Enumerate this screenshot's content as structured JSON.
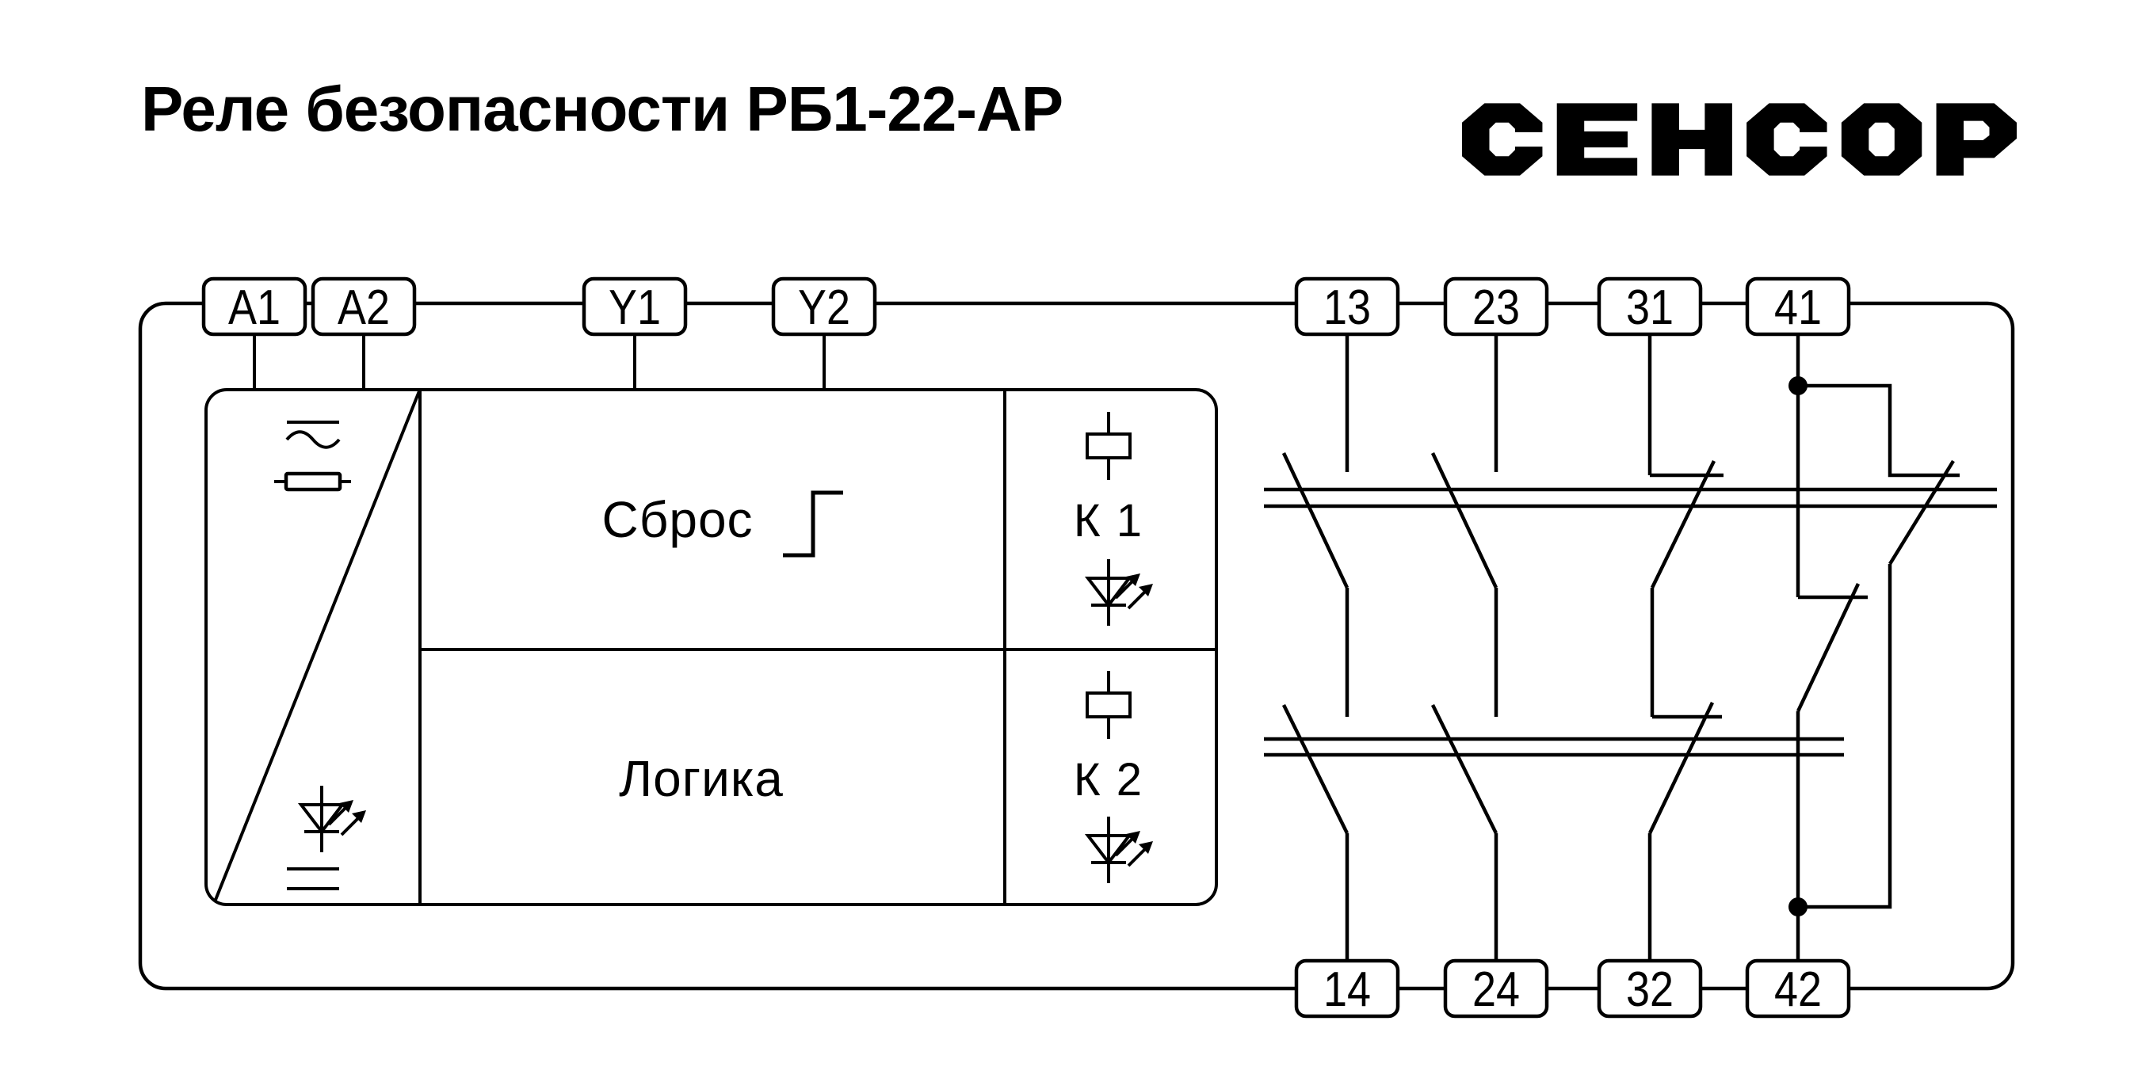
{
  "header": {
    "title": "Реле безопасности РБ1-22-АР",
    "logo": "СЕНСОР"
  },
  "device": {
    "terminals_top": [
      {
        "label": "A1"
      },
      {
        "label": "A2"
      },
      {
        "label": "Y1"
      },
      {
        "label": "Y2"
      },
      {
        "label": "13"
      },
      {
        "label": "23"
      },
      {
        "label": "31"
      },
      {
        "label": "41"
      }
    ],
    "terminals_bottom": [
      {
        "label": "14"
      },
      {
        "label": "24"
      },
      {
        "label": "32"
      },
      {
        "label": "42"
      }
    ],
    "blocks": {
      "reset": "Сброс",
      "logic": "Логика",
      "relay1": "К 1",
      "relay2": "К 2"
    },
    "icons": {
      "ac_supply": "ac-supply-icon",
      "fuse": "fuse-icon",
      "dc_supply": "dc-supply-icon",
      "led": "led-icon",
      "relay_coil": "relay-coil-icon",
      "rising_edge": "rising-edge-icon",
      "junction": "junction-dot-icon",
      "mech_linkage": "mechanical-linkage-bars"
    },
    "colors": {
      "line": "#000000",
      "background": "#ffffff",
      "text": "#000000"
    }
  }
}
